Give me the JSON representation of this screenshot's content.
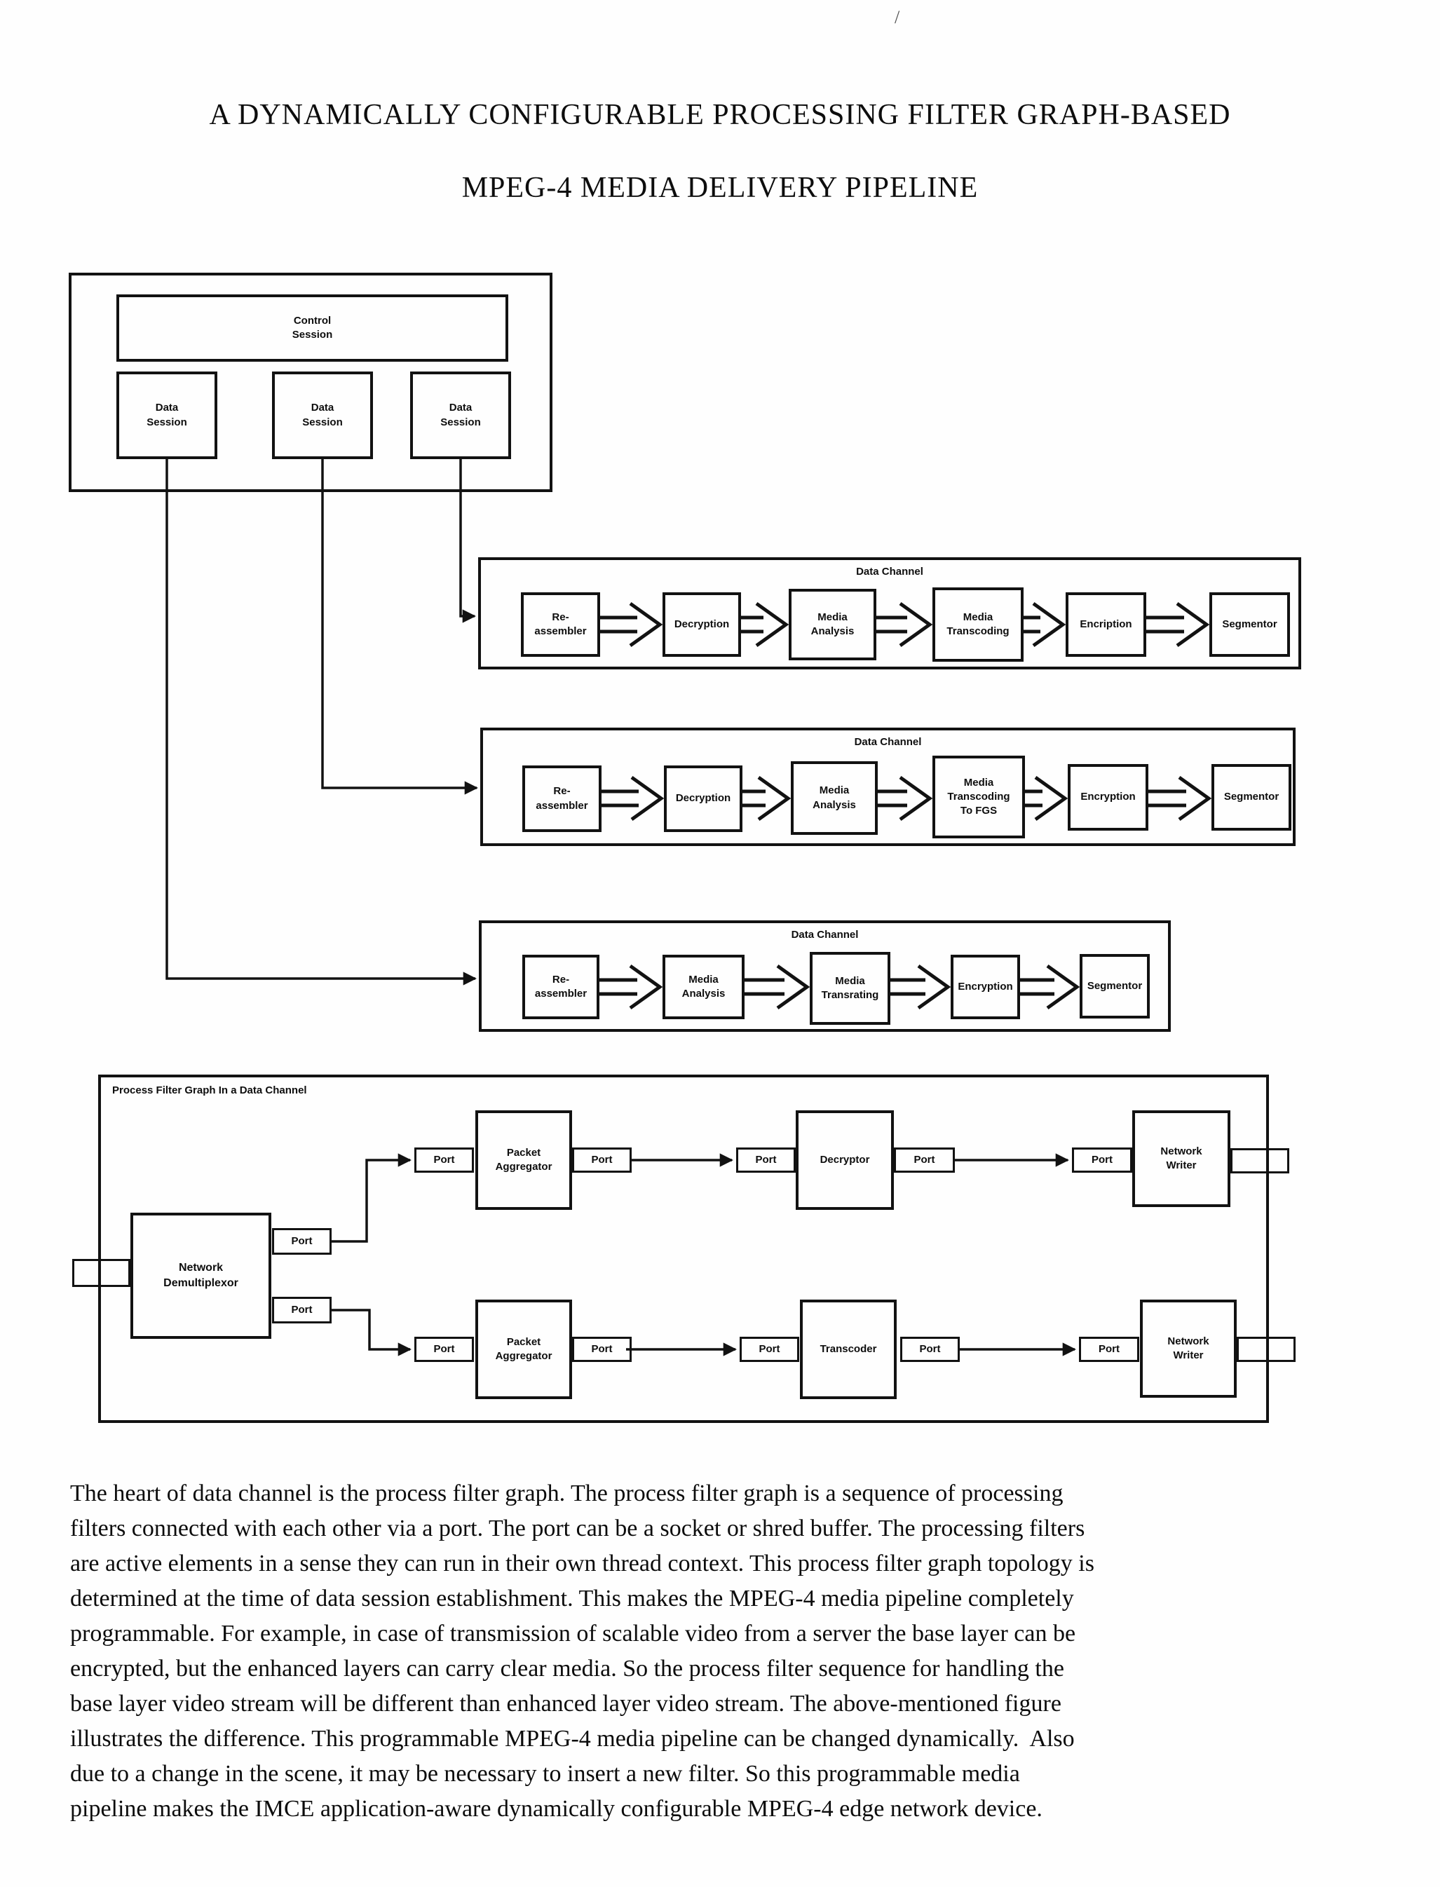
{
  "page": {
    "title_line1": "A DYNAMICALLY CONFIGURABLE PROCESSING FILTER GRAPH-BASED",
    "title_line2": "MPEG-4 MEDIA DELIVERY PIPELINE",
    "stray_mark": "/"
  },
  "session_block": {
    "control_label": "Control\nSession",
    "data_sessions": [
      {
        "label": "Data\nSession"
      },
      {
        "label": "Data\nSession"
      },
      {
        "label": "Data\nSession"
      }
    ]
  },
  "channels": [
    {
      "title": "Data Channel",
      "nodes": [
        "Re-\nassembler",
        "Decryption",
        "Media\nAnalysis",
        "Media\nTranscoding",
        "Encription",
        "Segmentor"
      ]
    },
    {
      "title": "Data Channel",
      "nodes": [
        "Re-\nassembler",
        "Decryption",
        "Media\nAnalysis",
        "Media\nTranscoding\nTo FGS",
        "Encryption",
        "Segmentor"
      ]
    },
    {
      "title": "Data Channel",
      "nodes": [
        "Re-\nassembler",
        "Media\nAnalysis",
        "Media\nTransrating",
        "Encryption",
        "Segmentor"
      ]
    }
  ],
  "process_filter_graph": {
    "title": "Process Filter Graph In a Data Channel",
    "demux_label": "Network\nDemultiplexor",
    "port_label": "Port",
    "rows": [
      {
        "filters": [
          "Packet\nAggregator",
          "Decryptor",
          "Network\nWriter"
        ]
      },
      {
        "filters": [
          "Packet\nAggregator",
          "Transcoder",
          "Network\nWriter"
        ]
      }
    ]
  },
  "paragraph": {
    "lines": [
      "The heart of data channel is the process filter graph. The process filter graph is a sequence of processing",
      "filters connected with each other via a port. The port can be a socket or shred buffer. The processing filters",
      "are active elements in a sense they can run in their own thread context. This process filter graph topology is",
      "determined at the time of data session establishment. This makes the MPEG-4 media pipeline completely",
      "programmable. For example, in case of transmission of scalable video from a server the base layer can be",
      "encrypted, but the enhanced layers can carry clear media. So the process filter sequence for handling the",
      "base layer video stream will be different than enhanced layer video stream. The above-mentioned figure",
      "illustrates the difference. This programmable MPEG-4 media pipeline can be changed dynamically.  Also",
      "due to a change in the scene, it may be necessary to insert a new filter. So this programmable media",
      "pipeline makes the IMCE application-aware dynamically configurable MPEG-4 edge network device."
    ]
  }
}
